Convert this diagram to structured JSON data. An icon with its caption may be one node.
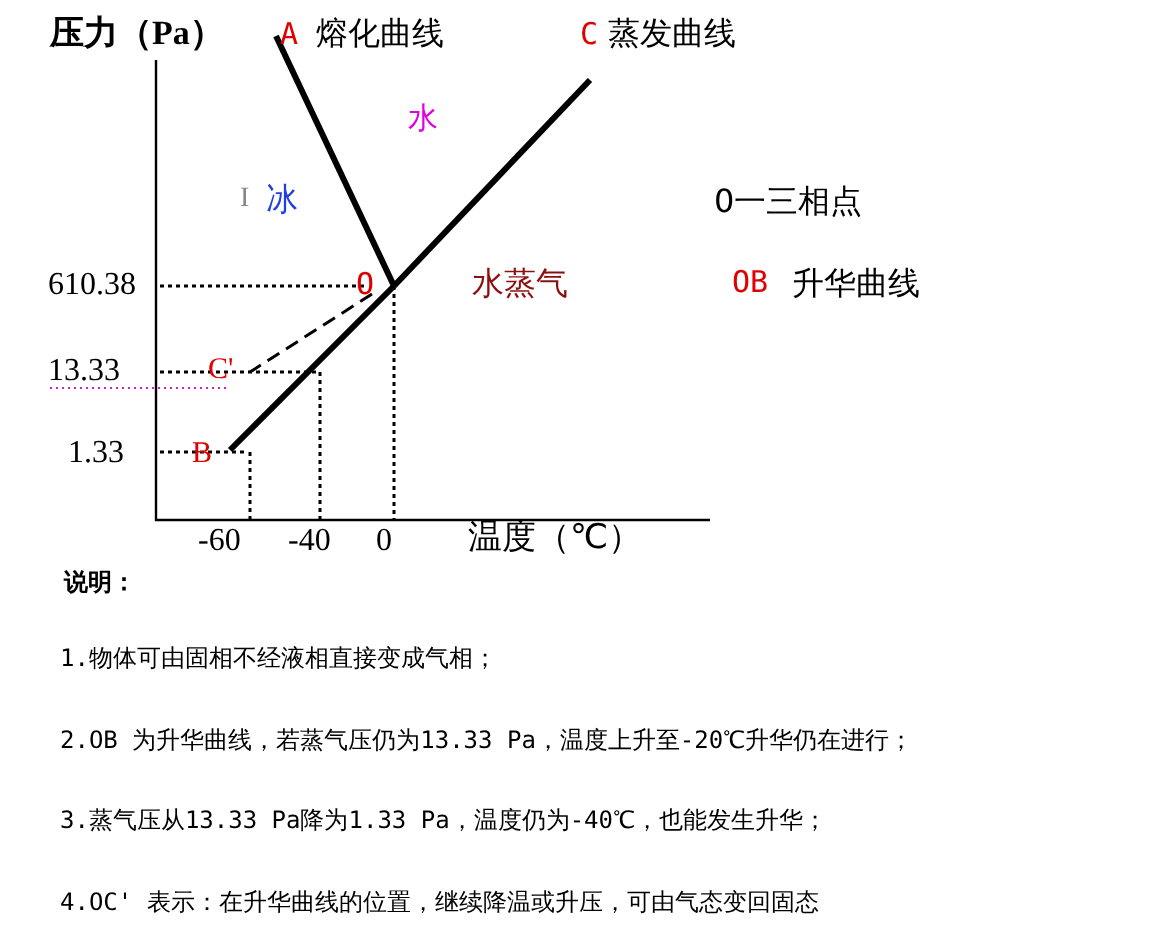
{
  "diagram": {
    "labels": [
      "压力（Pa）",
      "A",
      "熔化曲线",
      "C",
      "蒸发曲线",
      "水",
      "I",
      "冰",
      "0一三相点",
      "610.38",
      "O",
      "水蒸气",
      "OB",
      "升华曲线",
      "13.33",
      "C'",
      "1.33",
      "B",
      "-60",
      "-40",
      "0",
      "温度（℃）",
      "说明：",
      "1.物体可由固相不经液相直接变成气相；",
      "2.OB 为升华曲线，若蒸气压仍为13.33 Pa，温度上升至-20℃升华仍在进行；",
      "3.蒸气压从13.33 Pa降为1.33 Pa，温度仍为-40℃，也能发生升华；",
      "4.OC' 表示：在升华曲线的位置，继续降温或升压，可由气态变回固态"
    ]
  }
}
